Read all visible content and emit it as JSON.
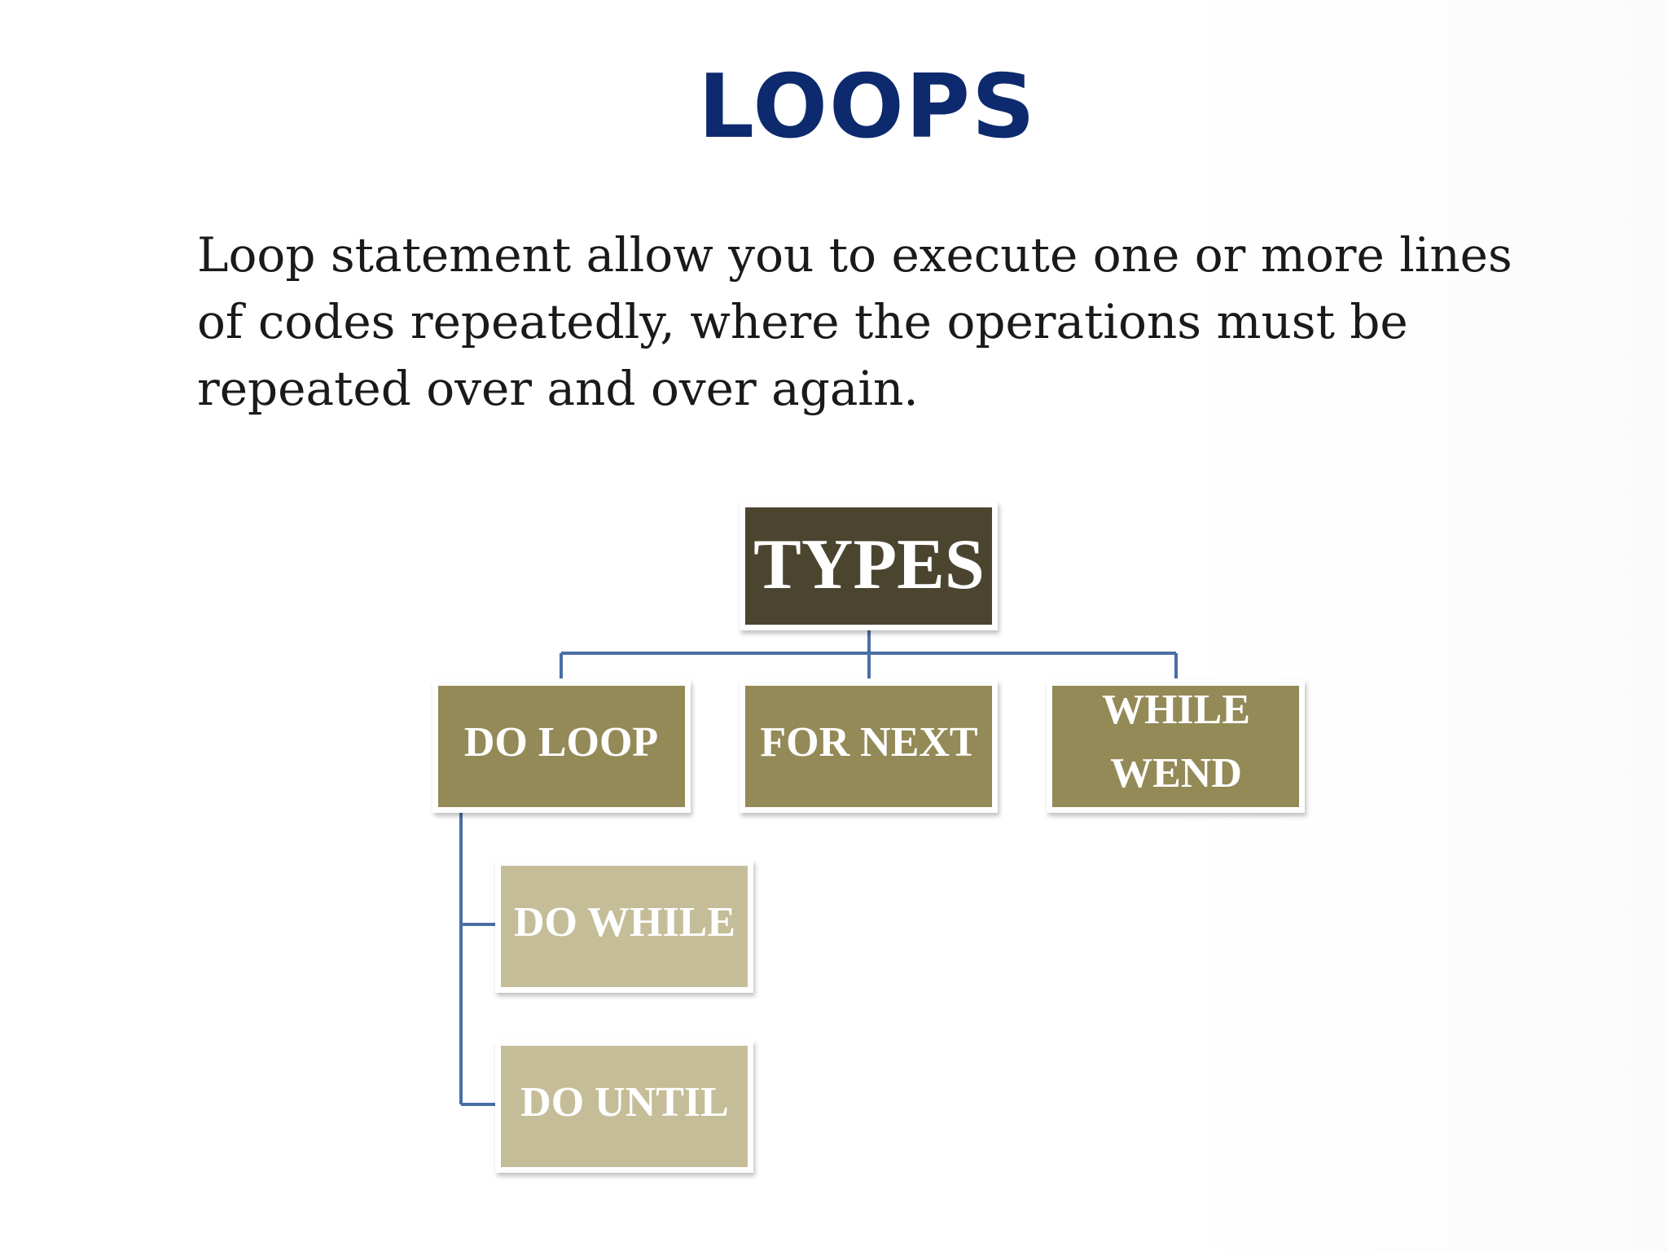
{
  "slide": {
    "title": "LOOPS",
    "body": "Loop statement allow you to execute one or more lines of codes repeatedly, where the operations must be repeated over and over again."
  },
  "diagram": {
    "root": {
      "label": "TYPES",
      "color": "#4b4530"
    },
    "children": [
      {
        "label": "DO LOOP",
        "color": "#948a57"
      },
      {
        "label": "FOR NEXT",
        "color": "#948a57"
      },
      {
        "label": "WHILE WEND",
        "color": "#948a57"
      }
    ],
    "sub_children": [
      {
        "label": "DO WHILE",
        "color": "#c5bd98"
      },
      {
        "label": "DO UNTIL",
        "color": "#c5bd98"
      }
    ],
    "connector_color": "#4a6fa5"
  }
}
